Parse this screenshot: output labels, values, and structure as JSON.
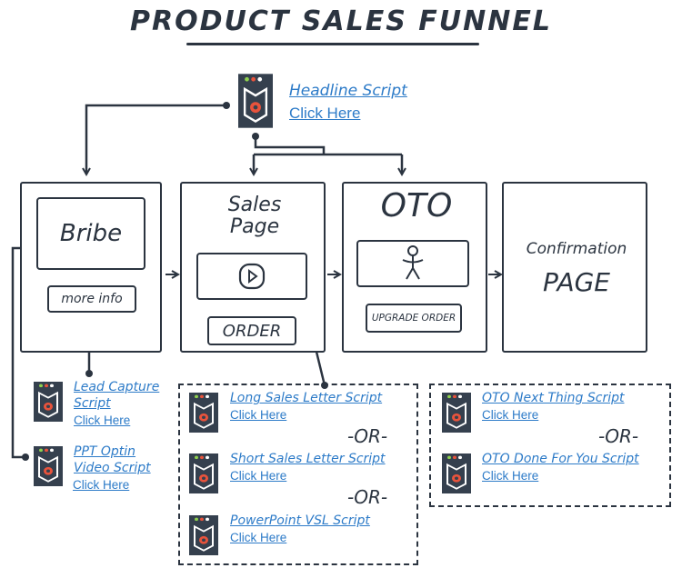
{
  "title": "PRODUCT SALES FUNNEL",
  "colors": {
    "ink": "#2b3440",
    "link": "#2d7bc8",
    "icon_bg": "#35404e",
    "gear": "#e8533c",
    "dot_green": "#8fd14f",
    "dot_red": "#e8533c",
    "dot_white": "#ffffff"
  },
  "headline": {
    "title": "Headline Script",
    "click": "Click Here",
    "icon": "script-book-gear-icon"
  },
  "pages": {
    "bribe": {
      "label": "Bribe",
      "button": "more info"
    },
    "sales": {
      "label_line1": "Sales",
      "label_line2": "Page",
      "button": "ORDER",
      "media_icon": "play-icon"
    },
    "oto": {
      "label": "OTO",
      "button": "UPGRADE ORDER",
      "media_icon": "stick-figure-icon"
    },
    "confirmation": {
      "label_line1": "Confirmation",
      "label_line2": "PAGE"
    }
  },
  "left_scripts": [
    {
      "title_line1": "Lead Capture",
      "title_line2": "Script",
      "click": "Click Here"
    },
    {
      "title_line1": "PPT Optin",
      "title_line2": "Video Script",
      "click": "Click Here"
    }
  ],
  "sales_scripts": [
    {
      "title": "Long Sales Letter Script",
      "click": "Click Here"
    },
    {
      "title": "Short Sales Letter Script",
      "click": "Click Here"
    },
    {
      "title": "PowerPoint VSL Script",
      "click": "Click Here"
    }
  ],
  "oto_scripts": [
    {
      "title": "OTO Next Thing Script",
      "click": "Click Here"
    },
    {
      "title": "OTO Done For You Script",
      "click": "Click Here"
    }
  ],
  "separator": "-OR-"
}
